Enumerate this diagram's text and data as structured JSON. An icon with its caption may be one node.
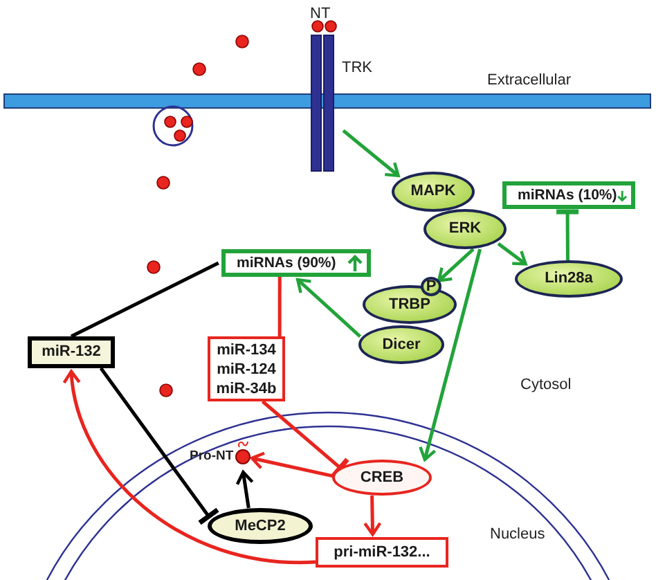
{
  "diagram": {
    "nodes": [
      {
        "text": [
          "TRK"
        ]
      },
      {
        "text": [
          "MAPK"
        ]
      },
      {
        "text": [
          "miRNAs (10%)"
        ]
      },
      {
        "text": [
          "ERK"
        ]
      },
      {
        "text": [
          "miRNAs (90%)"
        ]
      },
      {
        "text": [
          "Lin28a"
        ]
      },
      {
        "text": [
          "P"
        ]
      },
      {
        "text": [
          "TRBP"
        ]
      },
      {
        "text": [
          "miR-132"
        ]
      },
      {
        "text": [
          "miR-134",
          "miR-124",
          "miR-34b"
        ]
      },
      {
        "text": [
          "Dicer"
        ]
      },
      {
        "text": [
          "Pro-NT"
        ]
      },
      {
        "text": [
          "CREB"
        ]
      },
      {
        "text": [
          "MeCP2"
        ]
      },
      {
        "text": [
          "pri-miR-132..."
        ]
      }
    ],
    "edges": [
      {
        "from": 0,
        "to": 1,
        "arrow": "to"
      },
      {
        "from": 3,
        "to": 6,
        "arrow": "to"
      },
      {
        "from": 3,
        "to": 5,
        "arrow": "to"
      },
      {
        "from": 3,
        "to": 12,
        "arrow": "to"
      },
      {
        "from": 5,
        "to": 2,
        "arrow": "other"
      },
      {
        "from": 10,
        "to": 4,
        "arrow": "to"
      },
      {
        "from": 4,
        "to": 8,
        "arrow": "none",
        "color": "#000000"
      },
      {
        "from": 4,
        "to": 9,
        "arrow": "none",
        "color": "#e8251f"
      },
      {
        "from": 9,
        "to": 12,
        "arrow": "other",
        "color": "#e8251f"
      },
      {
        "from": 12,
        "to": 11,
        "arrow": "to",
        "color": "#e8251f"
      },
      {
        "from": 13,
        "to": 11,
        "arrow": "to",
        "color": "#000000"
      },
      {
        "from": 12,
        "to": 14,
        "arrow": "to",
        "color": "#e8251f"
      },
      {
        "from": 8,
        "to": 13,
        "arrow": "other",
        "color": "#000000"
      },
      {
        "from": 14,
        "to": 8,
        "arrow": "to",
        "color": "#e8251f"
      }
    ],
    "labels": [
      "NT",
      "Extracellular",
      "Cytosol",
      "Nucleus"
    ]
  }
}
